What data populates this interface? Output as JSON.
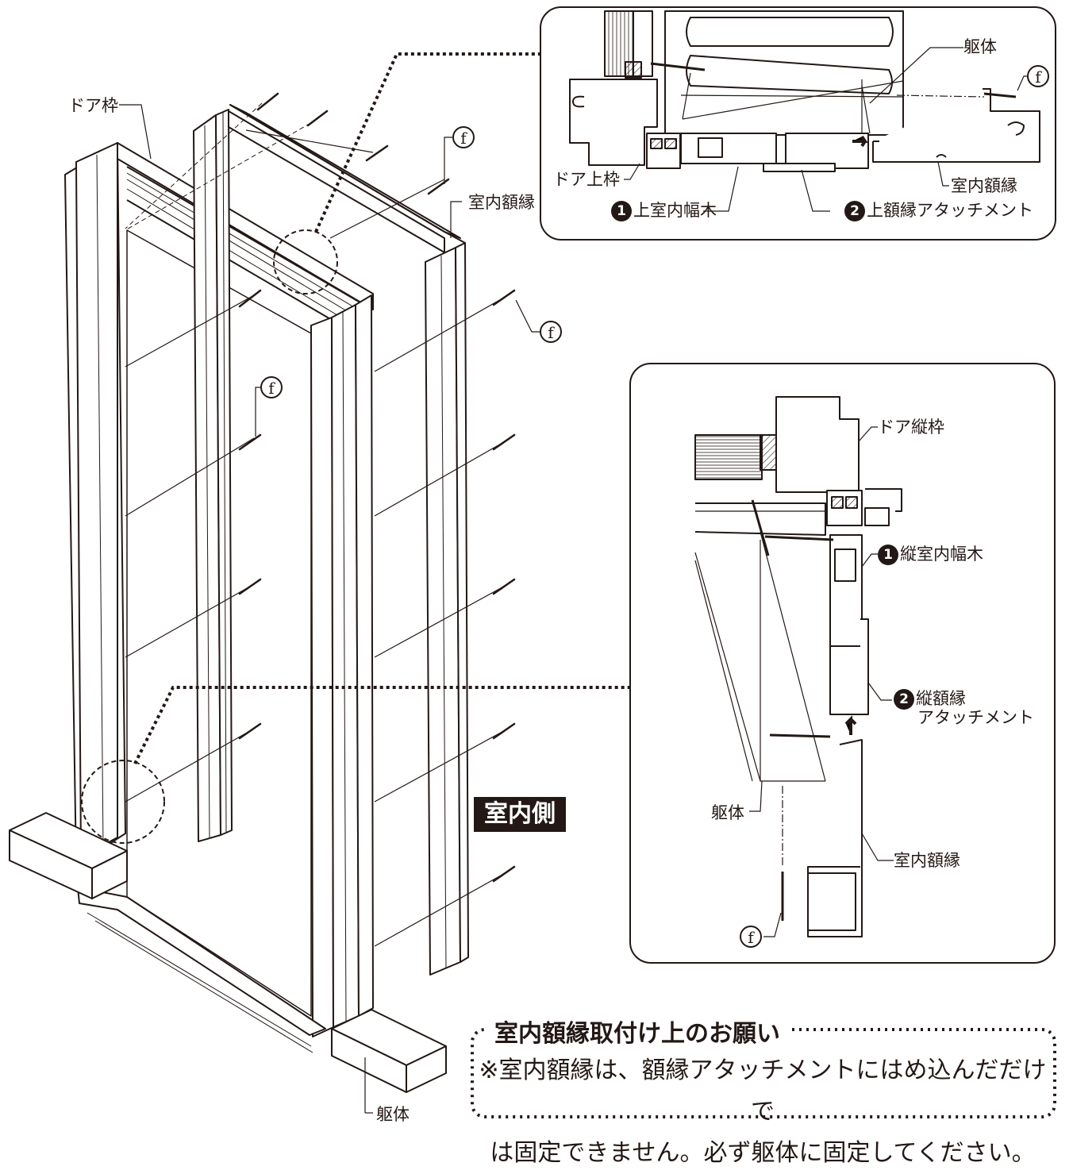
{
  "labels": {
    "door_frame": "ドア枠",
    "interior_casing": "室内額縁",
    "body_structure": "躯体",
    "fastener_f": "f",
    "door_head_frame": "ドア上枠",
    "upper_interior_trim": "上室内幅木",
    "upper_casing_attachment": "上額縁アタッチメント",
    "door_jamb": "ドア縦枠",
    "vertical_interior_trim": "縦室内幅木",
    "vertical_casing_attachment_1": "縦額縁",
    "vertical_casing_attachment_2": "アタッチメント",
    "num_1": "1",
    "num_2": "2"
  },
  "side_badge": "室内側",
  "note": {
    "title": "室内額縁取付け上のお願い",
    "line1": "※室内額縁は、額縁アタッチメントにはめ込んだだけで",
    "line2": "は固定できません。必ず躯体に固定してください。"
  },
  "colors": {
    "ink": "#231815",
    "paper": "#ffffff",
    "hatch": "#cfcfcf"
  }
}
